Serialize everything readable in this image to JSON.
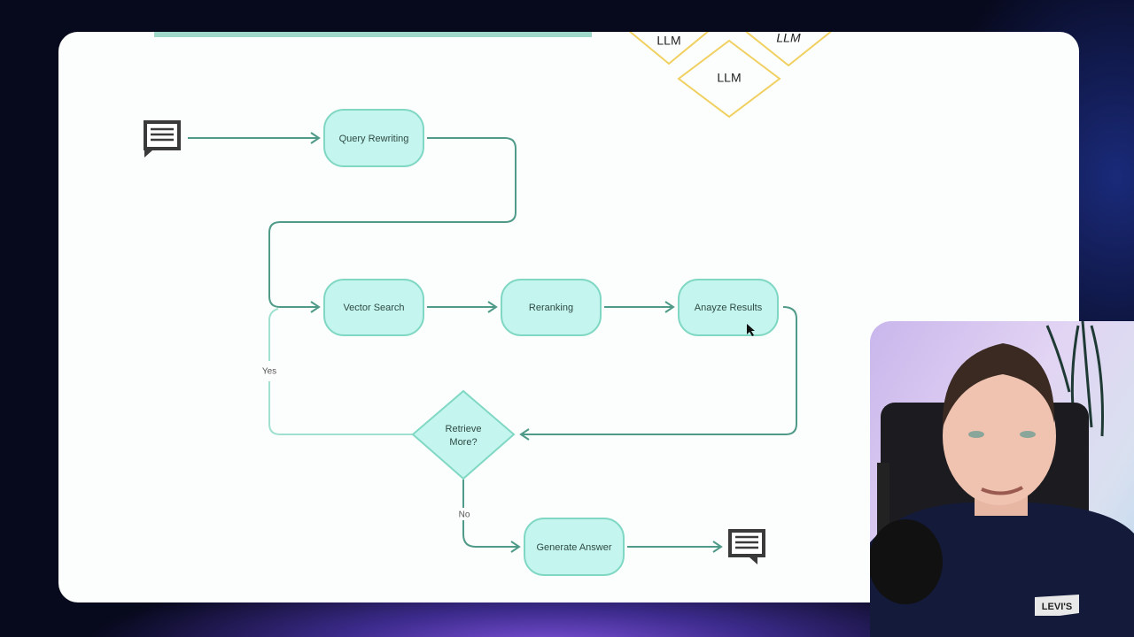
{
  "diagram": {
    "nodes": {
      "query_rewriting": "Query Rewriting",
      "vector_search": "Vector Search",
      "reranking": "Reranking",
      "analyze_results": "Anayze Results",
      "retrieve_more_line1": "Retrieve",
      "retrieve_more_line2": "More?",
      "generate_answer": "Generate Answer"
    },
    "edges": {
      "yes": "Yes",
      "no": "No"
    },
    "llm_labels": [
      "LLM",
      "LLM",
      "LLM"
    ]
  },
  "webcam": {
    "shirt_logo": "Levi's"
  },
  "colors": {
    "node_fill": "#c4f5ee",
    "node_stroke": "#80d8c4",
    "arrow": "#4f9a88",
    "yes_arrow": "#9fe0d0",
    "llm_stroke": "#f0d060"
  },
  "icons": [
    "chat-message-icon",
    "chat-message-icon"
  ]
}
